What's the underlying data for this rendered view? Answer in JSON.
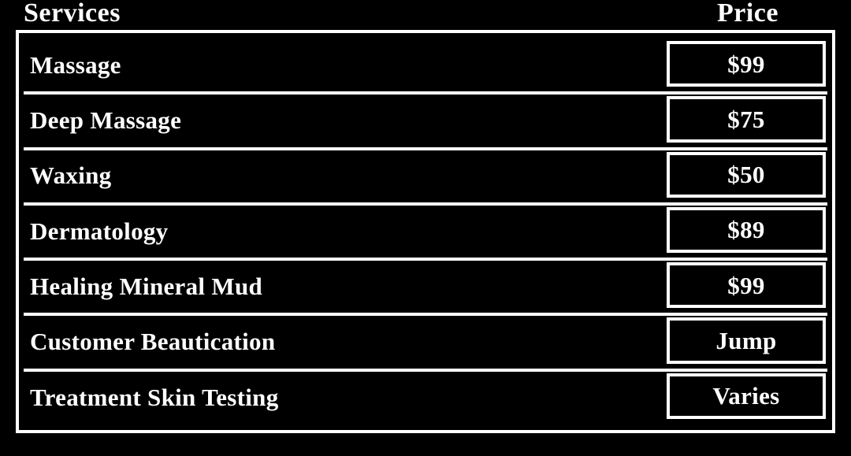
{
  "table": {
    "columns": {
      "service": "Services",
      "price": "Price"
    },
    "rows": [
      {
        "service": "Massage",
        "price": "$99"
      },
      {
        "service": "Deep Massage",
        "price": "$75"
      },
      {
        "service": "Waxing",
        "price": "$50"
      },
      {
        "service": "Dermatology",
        "price": "$89"
      },
      {
        "service": "Healing Mineral Mud",
        "price": "$99"
      },
      {
        "service": "Customer Beautication",
        "price": "Jump"
      },
      {
        "service": "Treatment Skin Testing",
        "price": "Varies"
      }
    ]
  },
  "colors": {
    "background": "#000000",
    "foreground": "#ffffff",
    "border": "#ffffff"
  }
}
